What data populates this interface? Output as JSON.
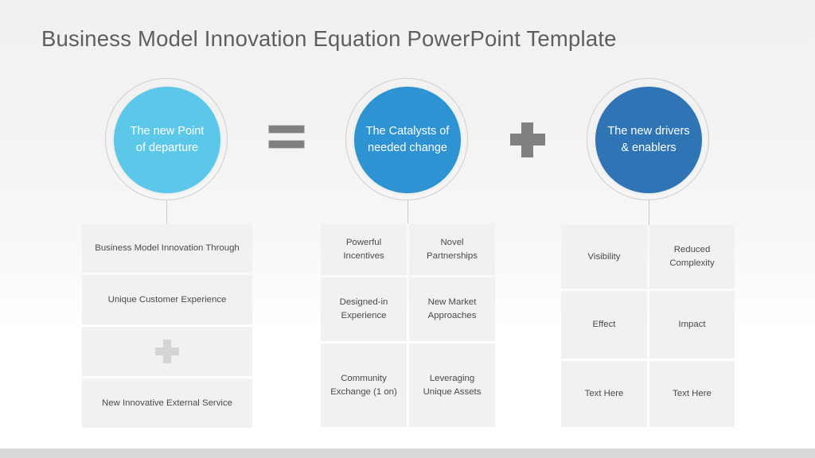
{
  "slide": {
    "title": "Business Model Innovation Equation PowerPoint Template",
    "background_top_color": "#f1f1f1",
    "background_bottom_color": "#ffffff",
    "bottom_strip_color": "#d9d9d9",
    "title_color": "#5e5e5e"
  },
  "circles": [
    {
      "id": "point-of-departure",
      "text": "The new Point of departure",
      "fill_color": "#5bc8ea",
      "ring_color": "#cfcfcf",
      "text_color": "#ffffff"
    },
    {
      "id": "catalysts-of-change",
      "text": "The Catalysts of needed change",
      "fill_color": "#2d93d2",
      "ring_color": "#cfcfcf",
      "text_color": "#ffffff"
    },
    {
      "id": "drivers-and-enablers",
      "text": "The new drivers & enablers",
      "fill_color": "#2f75b5",
      "ring_color": "#cfcfcf",
      "text_color": "#ffffff"
    }
  ],
  "operators": [
    {
      "id": "equals",
      "symbol": "=",
      "color": "#808080"
    },
    {
      "id": "plus",
      "symbol": "+",
      "color": "#808080"
    }
  ],
  "columns": [
    {
      "id": "column-point-of-departure",
      "layout": "single",
      "cells": [
        {
          "text": "Business Model Innovation Through",
          "type": "text"
        },
        {
          "text": "Unique Customer Experience",
          "type": "text"
        },
        {
          "text": "",
          "type": "icon",
          "icon": "plus-icon"
        },
        {
          "text": "New Innovative External Service",
          "type": "text"
        }
      ]
    },
    {
      "id": "column-catalysts",
      "layout": "double",
      "cells": [
        {
          "text": "Powerful Incentives",
          "type": "text"
        },
        {
          "text": "Novel Partnerships",
          "type": "text"
        },
        {
          "text": "Designed-in Experience",
          "type": "text"
        },
        {
          "text": "New Market Approaches",
          "type": "text"
        },
        {
          "text": "Community Exchange (1 on)",
          "type": "text"
        },
        {
          "text": "Leveraging Unique Assets",
          "type": "text"
        }
      ]
    },
    {
      "id": "column-drivers",
      "layout": "double",
      "cells": [
        {
          "text": "Visibility",
          "type": "text"
        },
        {
          "text": "Reduced Complexity",
          "type": "text"
        },
        {
          "text": "Effect",
          "type": "text"
        },
        {
          "text": "Impact",
          "type": "text"
        },
        {
          "text": "Text Here",
          "type": "text"
        },
        {
          "text": "Text Here",
          "type": "text"
        }
      ]
    }
  ],
  "cell_style": {
    "fill_color": "#f1f1f1",
    "text_color": "#4a4a4a",
    "icon_color": "#d4d4d4"
  }
}
